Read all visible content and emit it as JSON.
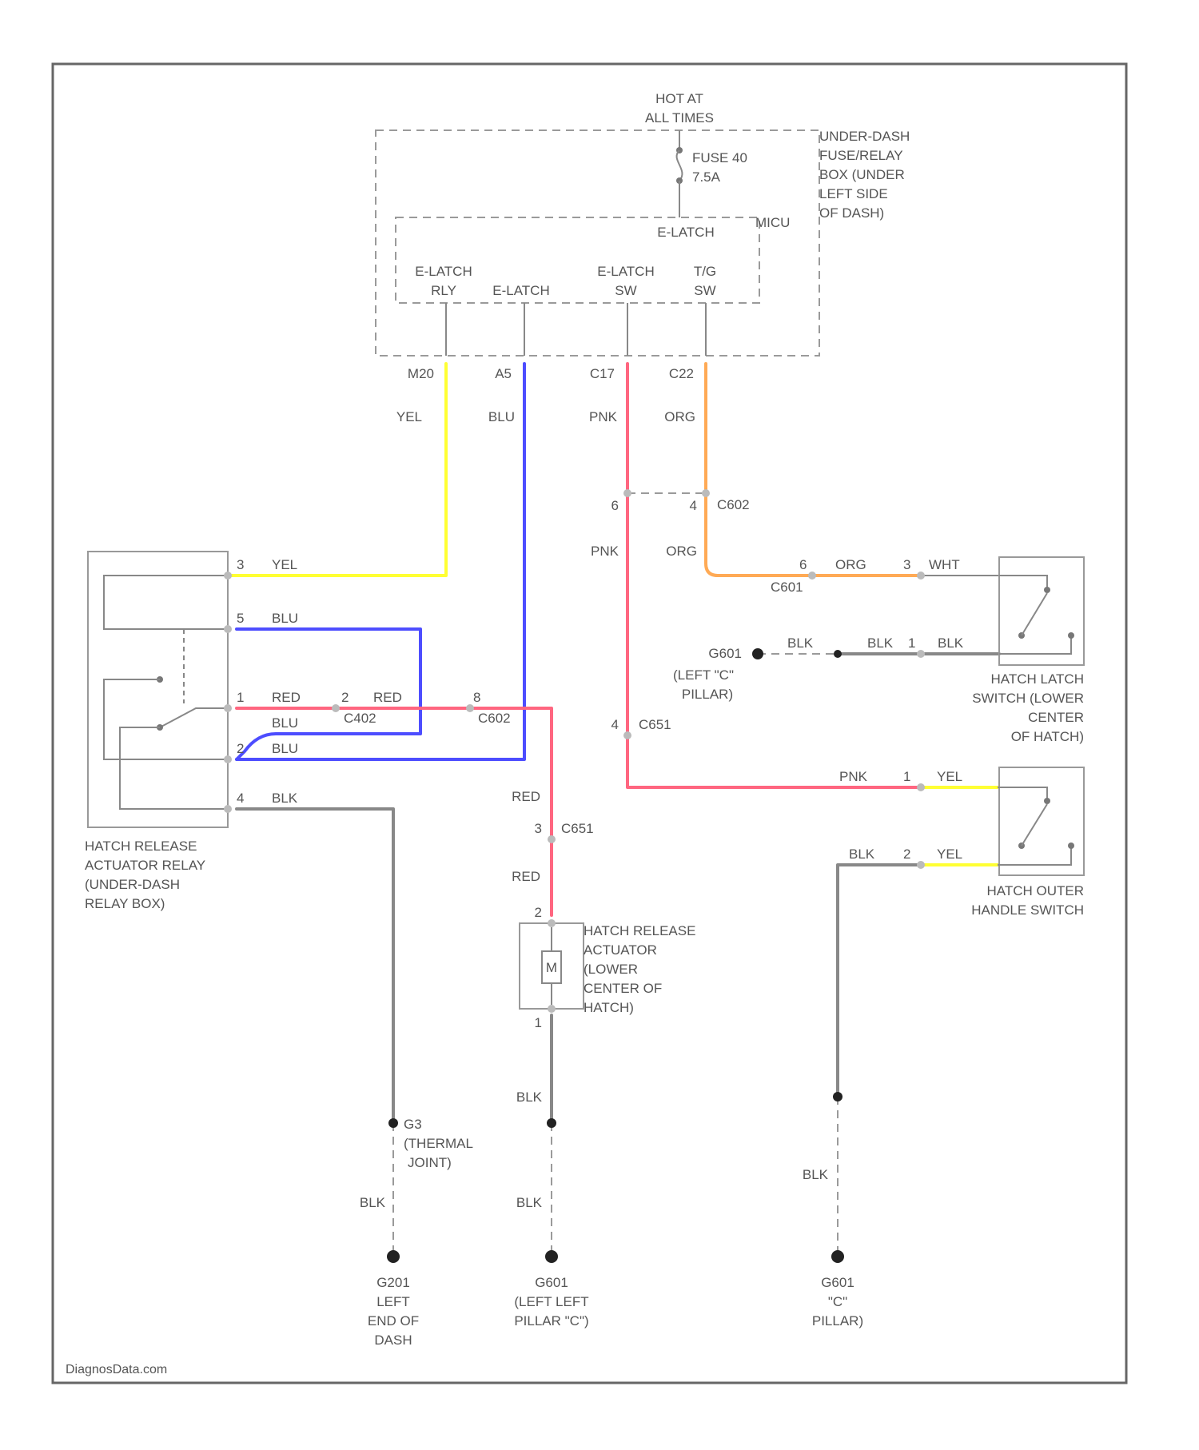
{
  "colors": {
    "yel": "#ffff33",
    "blu": "#4d4dff",
    "pnk": "#ff6680",
    "red": "#ff6680",
    "org": "#ffaa55",
    "blk": "#888888",
    "grid": "#999999"
  },
  "labels": {
    "hot_at": "HOT AT",
    "all_times": "ALL TIMES",
    "fuse_name": "FUSE 40",
    "fuse_amp": "7.5A",
    "fuse_box_lines": [
      "UNDER-DASH",
      "FUSE/RELAY",
      "BOX (UNDER",
      "LEFT SIDE",
      "OF DASH)"
    ],
    "micu": "MICU",
    "e_latch_top": "E-LATCH",
    "e_latch_rly_1": "E-LATCH",
    "e_latch_rly_2": "RLY",
    "e_latch_mid": "E-LATCH",
    "e_latch_sw_1": "E-LATCH",
    "e_latch_sw_2": "SW",
    "tg_sw_1": "T/G",
    "tg_sw_2": "SW",
    "pin_m20": "M20",
    "pin_a5": "A5",
    "pin_c17": "C17",
    "pin_c22": "C22",
    "w_yel_top": "YEL",
    "w_blu_top": "BLU",
    "w_pnk_top": "PNK",
    "w_org_top": "ORG",
    "c602_left": "6",
    "c602_right": "4",
    "c602": "C602",
    "w_pnk_mid": "PNK",
    "w_org_mid": "ORG",
    "relay_pin3": "3",
    "relay_pin3_w": "YEL",
    "relay_pin5": "5",
    "relay_pin5_w": "BLU",
    "relay_pin1": "1",
    "relay_pin1_w": "RED",
    "c402_pin": "2",
    "c402_w": "RED",
    "c402": "C402",
    "c602b_pin": "8",
    "c602b": "C602",
    "relay_pin2": "2",
    "relay_pin2_w": "BLU",
    "relay_pin2_w2": "BLU",
    "relay_pin4": "4",
    "relay_pin4_w": "BLK",
    "relay_lines": [
      "HATCH RELEASE",
      "ACTUATOR RELAY",
      "(UNDER-DASH",
      "RELAY BOX)"
    ],
    "c601_pin": "6",
    "c601_w": "ORG",
    "c601": "C601",
    "latch_pin3": "3",
    "latch_pin3_w": "WHT",
    "g601": "G601",
    "g601_sub": [
      "(LEFT \"C\"",
      "PILLAR)"
    ],
    "g601_w1": "BLK",
    "g601_w2": "BLK",
    "latch_pin1": "1",
    "latch_pin1_w": "BLK",
    "latch_sw_lines": [
      "HATCH LATCH",
      "SWITCH (LOWER",
      "CENTER",
      "OF HATCH)"
    ],
    "c651a_pin": "4",
    "c651a": "C651",
    "outer_pin1_w_pnk": "PNK",
    "outer_pin1": "1",
    "outer_pin1_w": "YEL",
    "outer_pin2_w_blk": "BLK",
    "outer_pin2": "2",
    "outer_pin2_w": "YEL",
    "outer_sw_lines": [
      "HATCH OUTER",
      "HANDLE SWITCH"
    ],
    "w_red_1": "RED",
    "c651b_pin": "3",
    "c651b": "C651",
    "w_red_2": "RED",
    "act_pin2": "2",
    "act_m": "M",
    "act_pin1": "1",
    "actuator_lines": [
      "HATCH RELEASE",
      "ACTUATOR",
      "(LOWER",
      "CENTER OF",
      "HATCH)"
    ],
    "g2_code": "G3",
    "g2_lines": [
      "(THERMAL",
      "JOINT)"
    ],
    "w_blk_act": "BLK",
    "w_blk_g2": "BLK",
    "w_blk_g3": "BLK",
    "w_blk_g4": "BLK",
    "g201": "G201",
    "g201_sub": [
      "LEFT",
      "END OF",
      "DASH"
    ],
    "g601b": "G601",
    "g601b_sub": [
      "(LEFT LEFT",
      "PILLAR \"C\")"
    ],
    "g601c": "G601",
    "g601c_sub": [
      "\"C\"",
      "PILLAR)"
    ],
    "watermark": "DiagnosData.com"
  }
}
